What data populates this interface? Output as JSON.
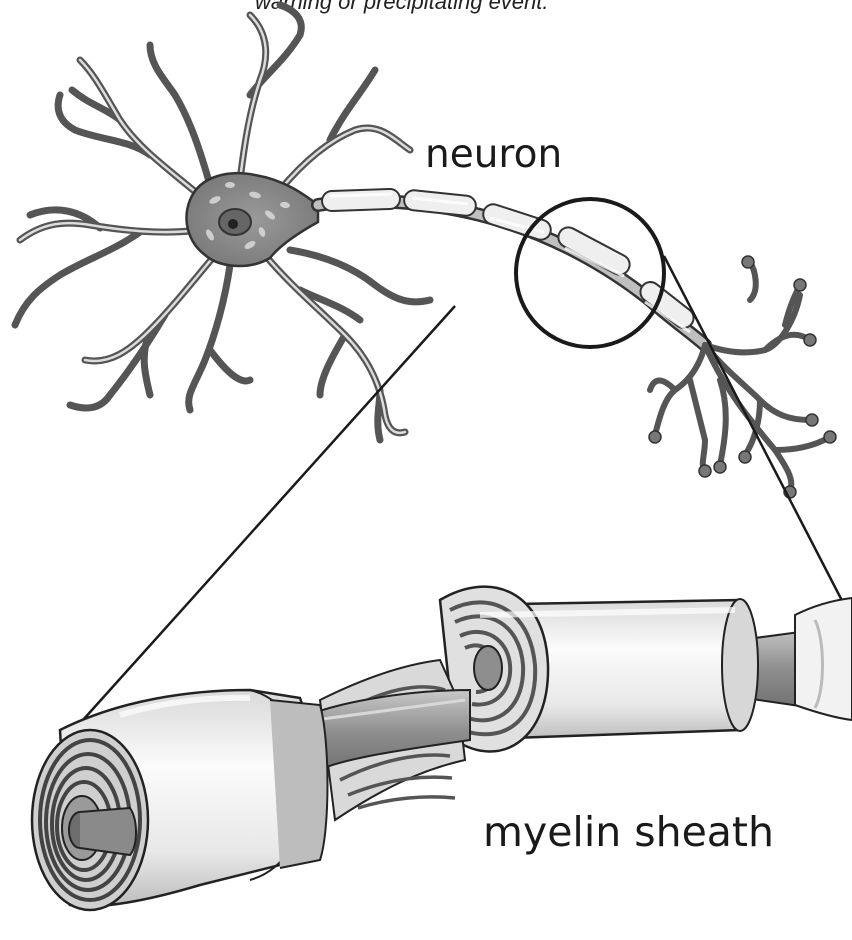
{
  "caption": "warning or precipitating event.",
  "labels": {
    "neuron": "neuron",
    "myelin_sheath": "myelin sheath"
  },
  "colors": {
    "outline": "#222222",
    "cell_body": "#8c8c8c",
    "membrane_light": "#e6e6e6",
    "axon_core": "#9a9a9a",
    "myelin_highlight": "#fafafa",
    "background": "#ffffff"
  }
}
